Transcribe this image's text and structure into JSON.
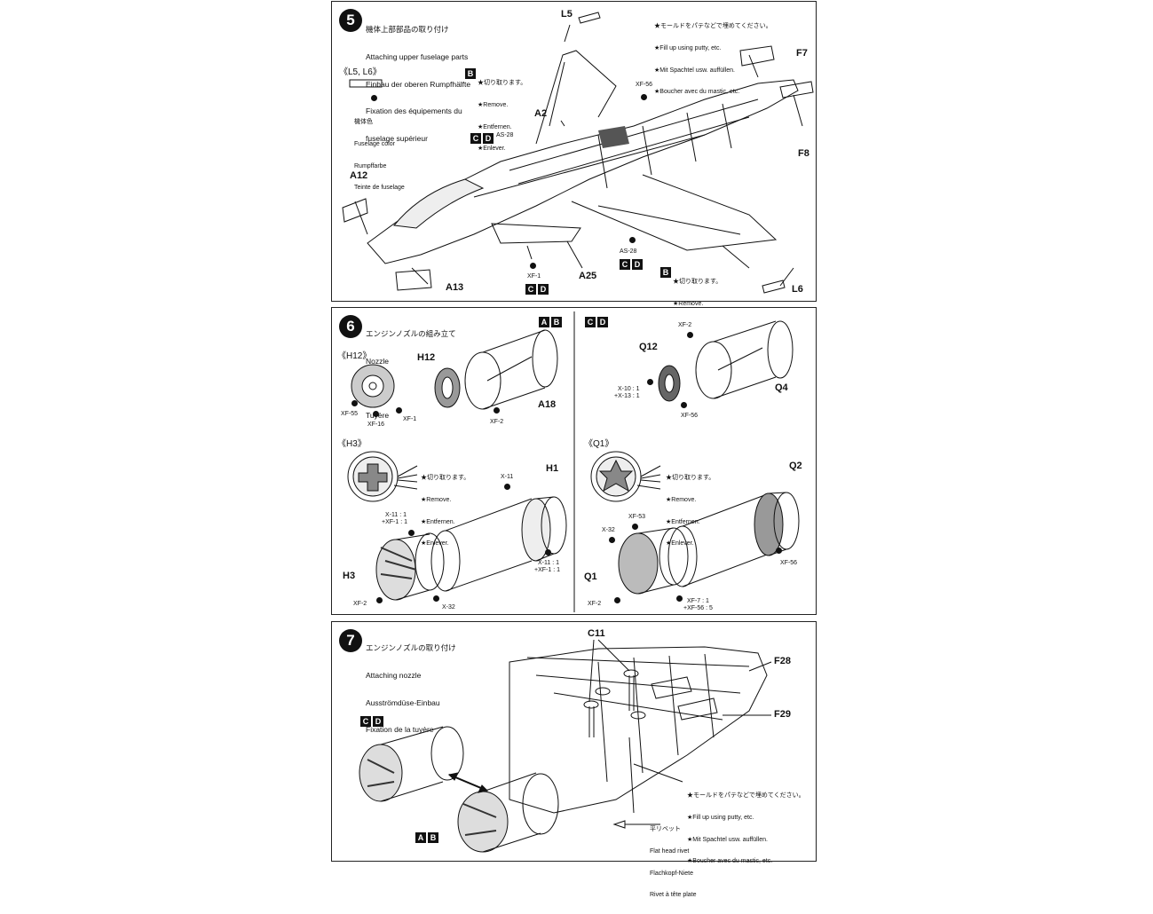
{
  "step5": {
    "number": "5",
    "title_lines": [
      "機体上部部品の取り付け",
      "Attaching upper fuselage parts",
      "Einbau der oberen Rumpfhälfte",
      "Fixation des équipements du",
      "fuselage supérieur"
    ],
    "sub_label": "《L5, L6》",
    "paint_lines": [
      "機体色",
      "Fuselage color",
      "Rumpffarbe",
      "Teinte de fuselage"
    ],
    "remove_lines": [
      "★切り取ります。",
      "★Remove.",
      "★Entfernen.",
      "★Enlever."
    ],
    "putty_lines": [
      "★モールドをパテなどで埋めてください。",
      "★Fill up using putty, etc.",
      "★Mit Spachtel usw. auffüllen.",
      "★Boucher avec du mastic, etc."
    ],
    "parts": {
      "l5": "L5",
      "l6": "L6",
      "f7": "F7",
      "f8": "F8",
      "a2": "A2",
      "a12": "A12",
      "a13": "A13",
      "a25": "A25"
    },
    "colors": {
      "xf56": "XF-56",
      "as28": "AS-28",
      "xf1": "XF-1"
    },
    "box_b": "B",
    "box_c": "C",
    "box_d": "D"
  },
  "step6": {
    "number": "6",
    "title_lines": [
      "エンジンノズルの組み立て",
      "Nozzle",
      "Düse",
      "Tuyère"
    ],
    "left_boxes": [
      "A",
      "B"
    ],
    "right_boxes": [
      "C",
      "D"
    ],
    "h12_label": "《H12》",
    "h3_label": "《H3》",
    "q1_label": "《Q1》",
    "remove_lines": [
      "★切り取ります。",
      "★Remove.",
      "★Entfernen.",
      "★Enlever."
    ],
    "parts": {
      "h12": "H12",
      "a18": "A18",
      "h1": "H1",
      "h3": "H3",
      "q12": "Q12",
      "q4": "Q4",
      "q2": "Q2",
      "q1": "Q1"
    },
    "colors": {
      "xf55": "XF-55",
      "xf16": "XF-16",
      "xf1": "XF-1",
      "xf2a": "XF-2",
      "xf2b": "XF-2",
      "xf2c": "XF-2",
      "xf2d": "XF-2",
      "x11a": "X-11",
      "x11mix1": "X-11 : 1",
      "x11mix2": "+XF-1 : 1",
      "x11mix3": "X-11 : 1",
      "x11mix4": "+XF-1 : 1",
      "x32a": "X-32",
      "x32b": "X-32",
      "x10mix1": "X-10 : 1",
      "x10mix2": "+X-13 : 1",
      "xf56a": "XF-56",
      "xf56b": "XF-56",
      "xf53": "XF-53",
      "xf7mix1": "XF-7 : 1",
      "xf7mix2": "+XF-56 : 5"
    }
  },
  "step7": {
    "number": "7",
    "title_lines": [
      "エンジンノズルの取り付け",
      "Attaching nozzle",
      "Ausströmdüse-Einbau",
      "Fixation de la tuyère"
    ],
    "box_c": "C",
    "box_d": "D",
    "box_a": "A",
    "box_b": "B",
    "parts": {
      "c11": "C11",
      "f28": "F28",
      "f29": "F29"
    },
    "putty_lines": [
      "★モールドをパテなどで埋めてください。",
      "★Fill up using putty, etc.",
      "★Mit Spachtel usw. auffüllen.",
      "★Boucher avec du mastic, etc."
    ],
    "rivet_lines": [
      "平リベット",
      "Flat head rivet",
      "Flachkopf-Niete",
      "Rivet à tête plate"
    ]
  }
}
